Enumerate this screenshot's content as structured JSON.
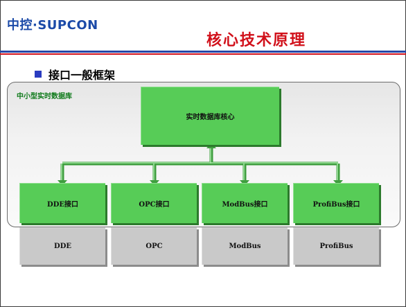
{
  "header": {
    "logo": "中控·SUPCON",
    "title": "核心技术原理"
  },
  "section": {
    "bullet": "接口一般框架"
  },
  "diagram": {
    "container_label": "中小型实时数据库",
    "core": "实时数据库核心",
    "interfaces": [
      "DDE接口",
      "OPC接口",
      "ModBus接口",
      "ProfiBus接口"
    ],
    "external": [
      "DDE",
      "OPC",
      "ModBus",
      "ProfiBus"
    ]
  },
  "colors": {
    "title_red": "#d1101a",
    "rule_blue": "#2447a8",
    "green_box": "#57cc57",
    "grey_box": "#c9c9c9",
    "label_green": "#0e7a1a"
  }
}
